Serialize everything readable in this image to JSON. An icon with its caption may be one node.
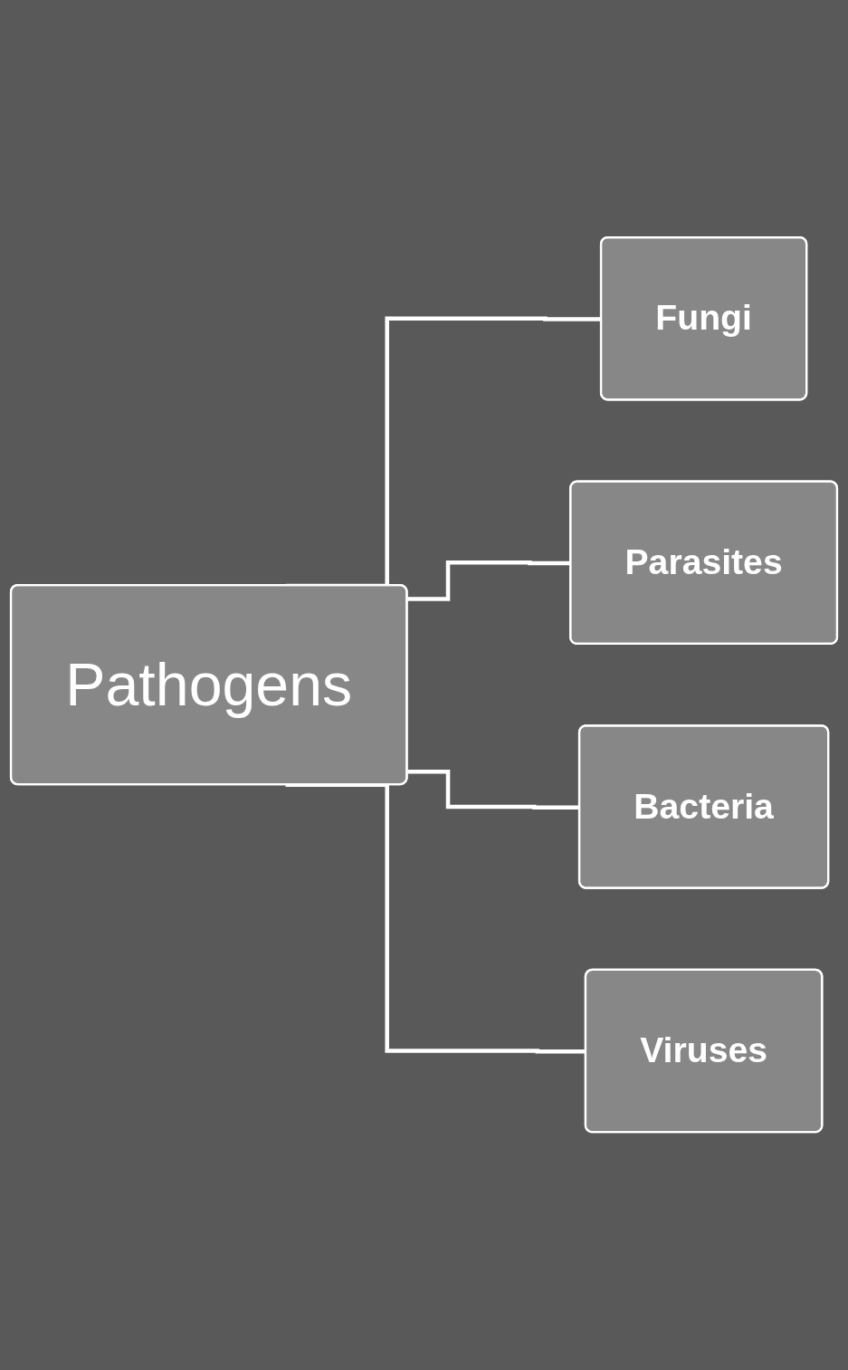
{
  "diagram": {
    "nodes": [
      {
        "text": [
          "Pathogens"
        ]
      },
      {
        "text": [
          "Fungi"
        ]
      },
      {
        "text": [
          "Parasites"
        ]
      },
      {
        "text": [
          "Bacteria"
        ]
      },
      {
        "text": [
          "Viruses"
        ]
      }
    ],
    "edges": [
      {
        "from": 0,
        "to": 1,
        "arrow": "none"
      },
      {
        "from": 0,
        "to": 2,
        "arrow": "none"
      },
      {
        "from": 0,
        "to": 3,
        "arrow": "none"
      },
      {
        "from": 0,
        "to": 4,
        "arrow": "none"
      }
    ]
  }
}
